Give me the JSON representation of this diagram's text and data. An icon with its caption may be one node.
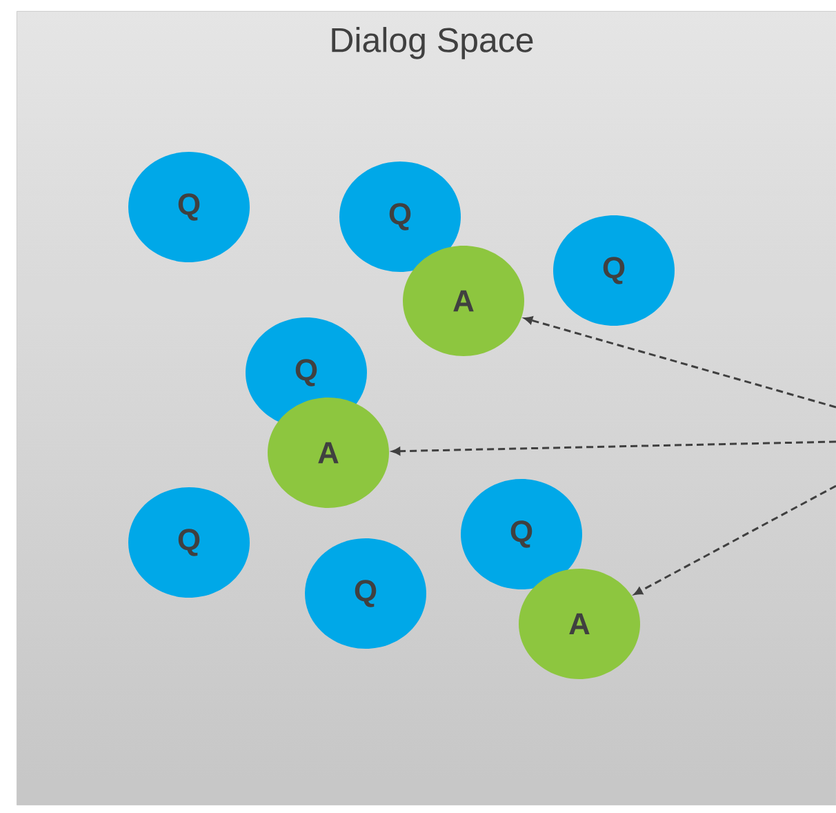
{
  "diagram": {
    "nodes": [
      {
        "text": [
          "Dialog Space"
        ]
      },
      {
        "text": [
          "Q"
        ],
        "in": 0
      },
      {
        "text": [
          "Q"
        ],
        "in": 0
      },
      {
        "text": [
          "A"
        ],
        "in": 0
      },
      {
        "text": [
          "Q"
        ],
        "in": 0
      },
      {
        "text": [
          "Q"
        ],
        "in": 0
      },
      {
        "text": [
          "A"
        ],
        "in": 0
      },
      {
        "text": [
          "Q"
        ],
        "in": 0
      },
      {
        "text": [
          "Q"
        ],
        "in": 0
      },
      {
        "text": [
          "Q"
        ],
        "in": 0
      },
      {
        "text": [
          "A"
        ],
        "in": 0
      }
    ],
    "edges": [
      {
        "from": null,
        "to": 3,
        "arrow": "to",
        "style": "dashed"
      },
      {
        "from": null,
        "to": 6,
        "arrow": "to",
        "style": "dashed"
      },
      {
        "from": null,
        "to": 10,
        "arrow": "to",
        "style": "dashed"
      }
    ]
  }
}
